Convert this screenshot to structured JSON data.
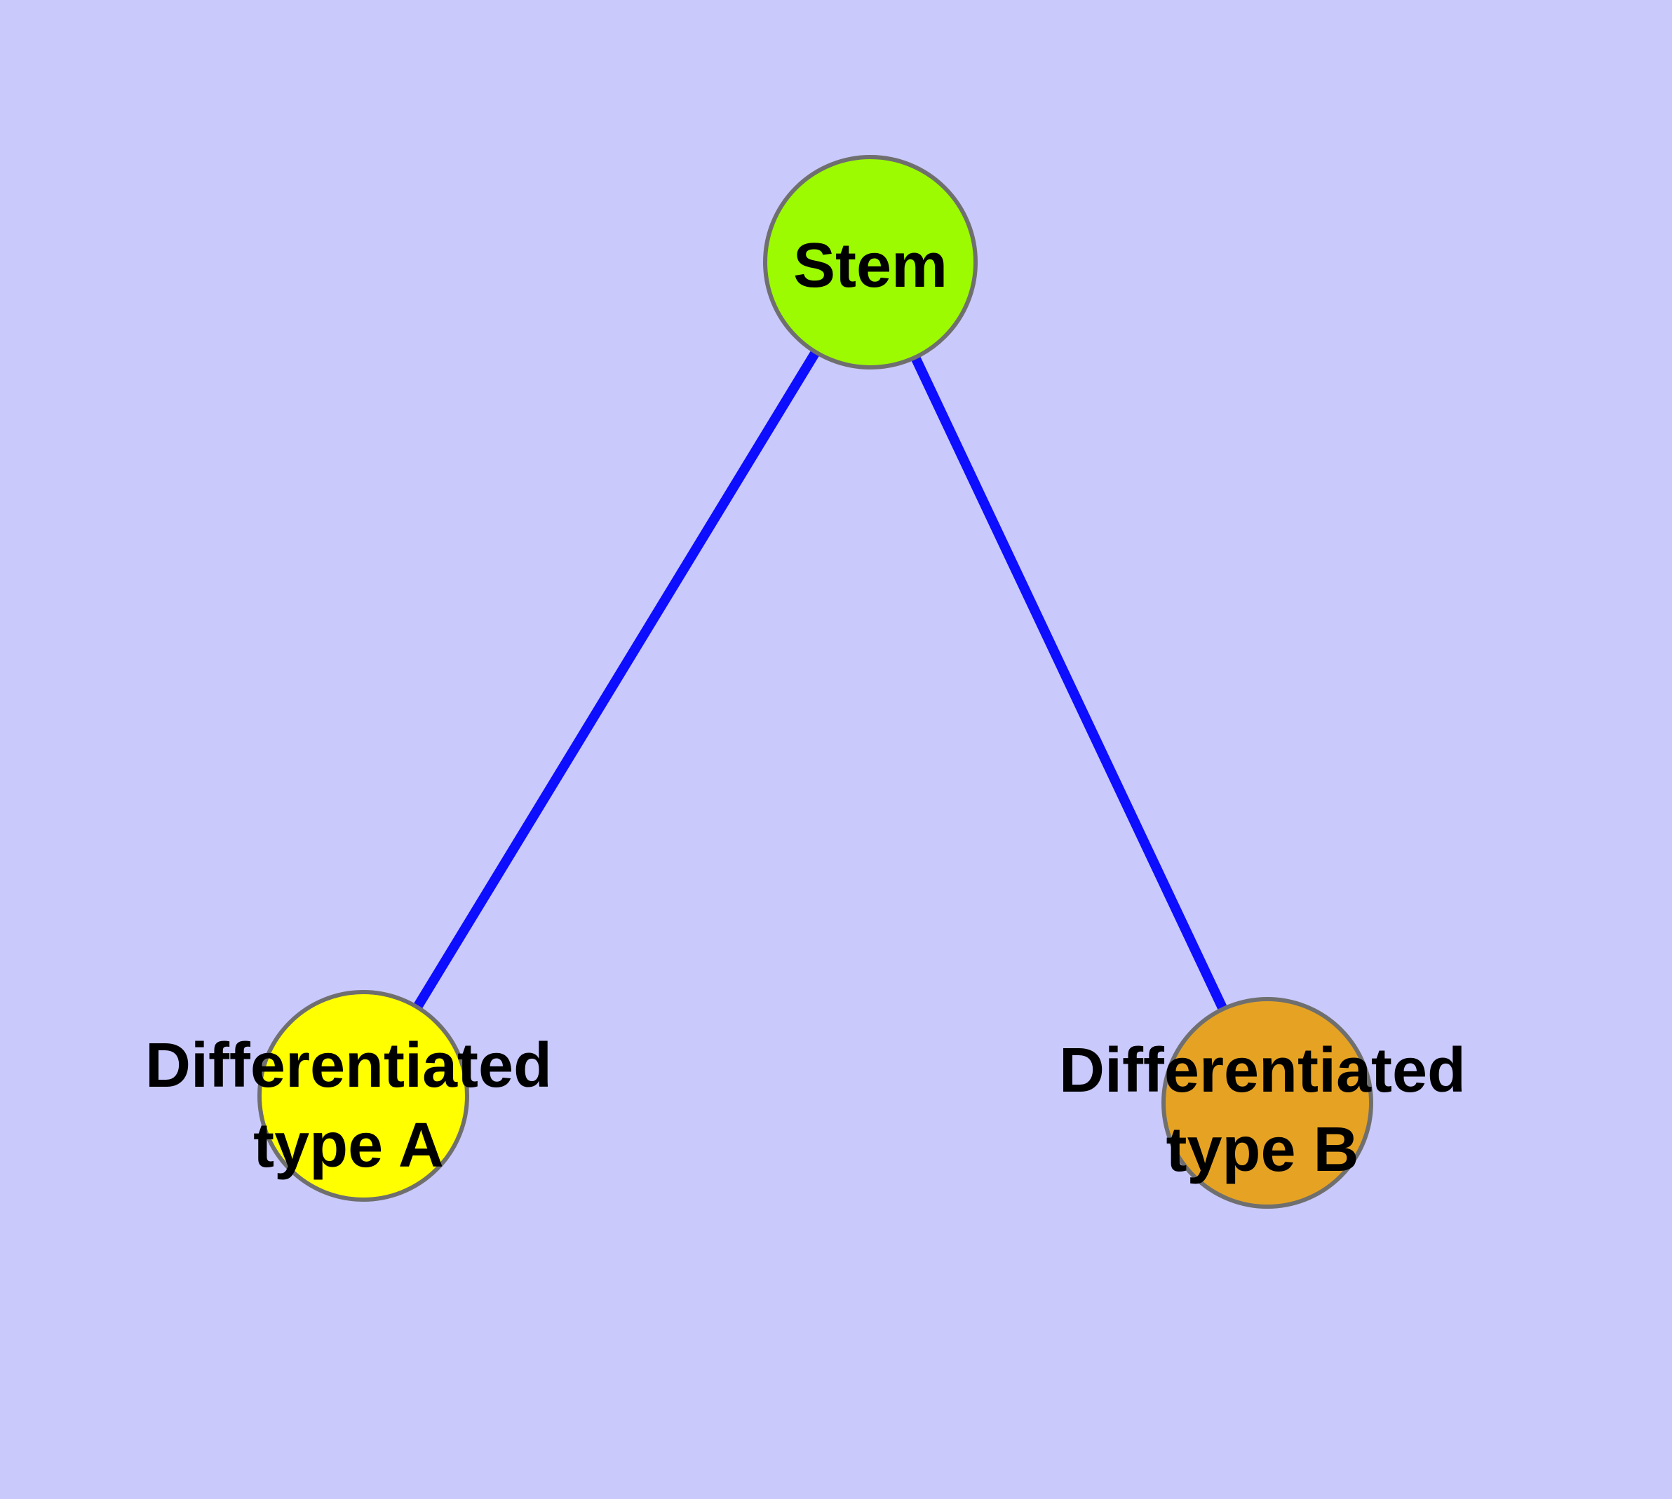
{
  "diagram": {
    "title": "",
    "background_color": "#C9C9FB",
    "edge_color": "#0D0DFF",
    "node_border_color": "#6F6F6F",
    "label_color": "#000000",
    "nodes": {
      "stem": {
        "label": "Stem",
        "color": "#9CFB00"
      },
      "typeA": {
        "label_line1": "Differentiated",
        "label_line2": "type A",
        "color": "#FFFF00"
      },
      "typeB": {
        "label_line1": "Differentiated",
        "label_line2": "type B",
        "color": "#E6A323"
      }
    },
    "edges": [
      {
        "from": "Stem",
        "to": "Differentiated type A"
      },
      {
        "from": "Stem",
        "to": "Differentiated type B"
      }
    ]
  }
}
